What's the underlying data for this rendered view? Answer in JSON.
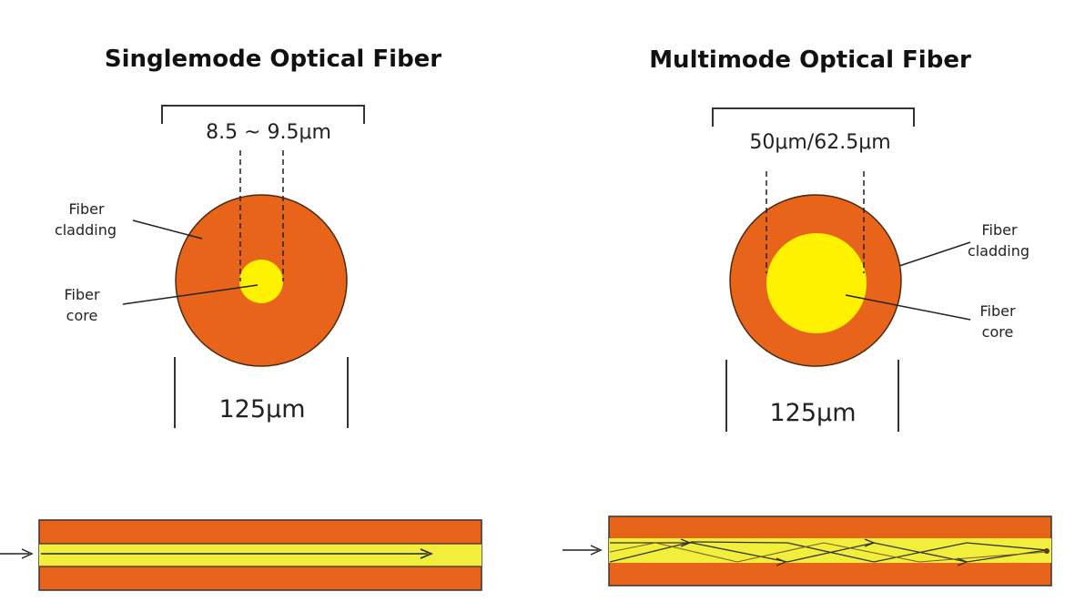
{
  "single": {
    "title": "Singlemode Optical Fiber",
    "core_diameter": "8.5 ~ 9.5μm",
    "cladding_diameter": "125μm",
    "cladding_label": [
      "Fiber",
      "cladding"
    ],
    "core_label": [
      "Fiber",
      "core"
    ]
  },
  "multi": {
    "title": "Multimode Optical Fiber",
    "core_diameter": "50μm/62.5μm",
    "cladding_diameter": "125μm",
    "cladding_label": [
      "Fiber",
      "cladding"
    ],
    "core_label": [
      "Fiber",
      "core"
    ]
  },
  "colors": {
    "cladding": "#E8641A",
    "core": "#FFF200",
    "core_stripe": "#F2EE3C",
    "stroke": "#333333"
  }
}
